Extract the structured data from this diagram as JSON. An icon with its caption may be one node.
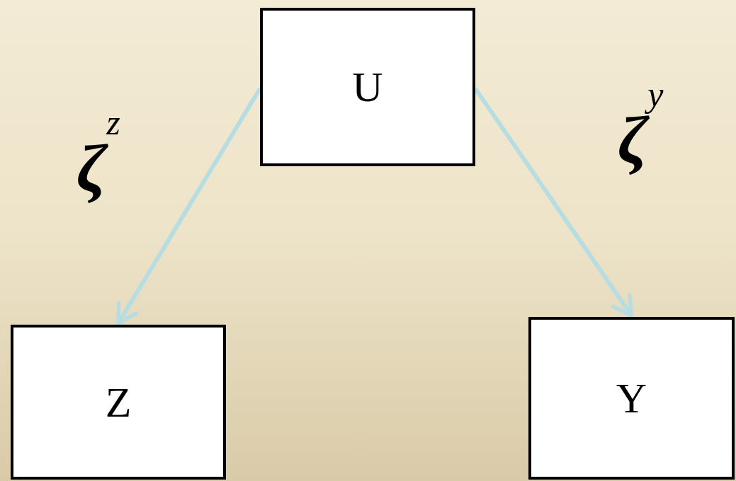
{
  "diagram": {
    "nodes": [
      {
        "text": [
          "U"
        ]
      },
      {
        "text": [
          "Z"
        ]
      },
      {
        "text": [
          "Y"
        ]
      }
    ],
    "edges": [
      {
        "from": 0,
        "to": 1,
        "arrow": "to",
        "label": "ζ$^{z}$"
      },
      {
        "from": 0,
        "to": 2,
        "arrow": "to",
        "label": "ζ$^{y}$"
      }
    ]
  }
}
